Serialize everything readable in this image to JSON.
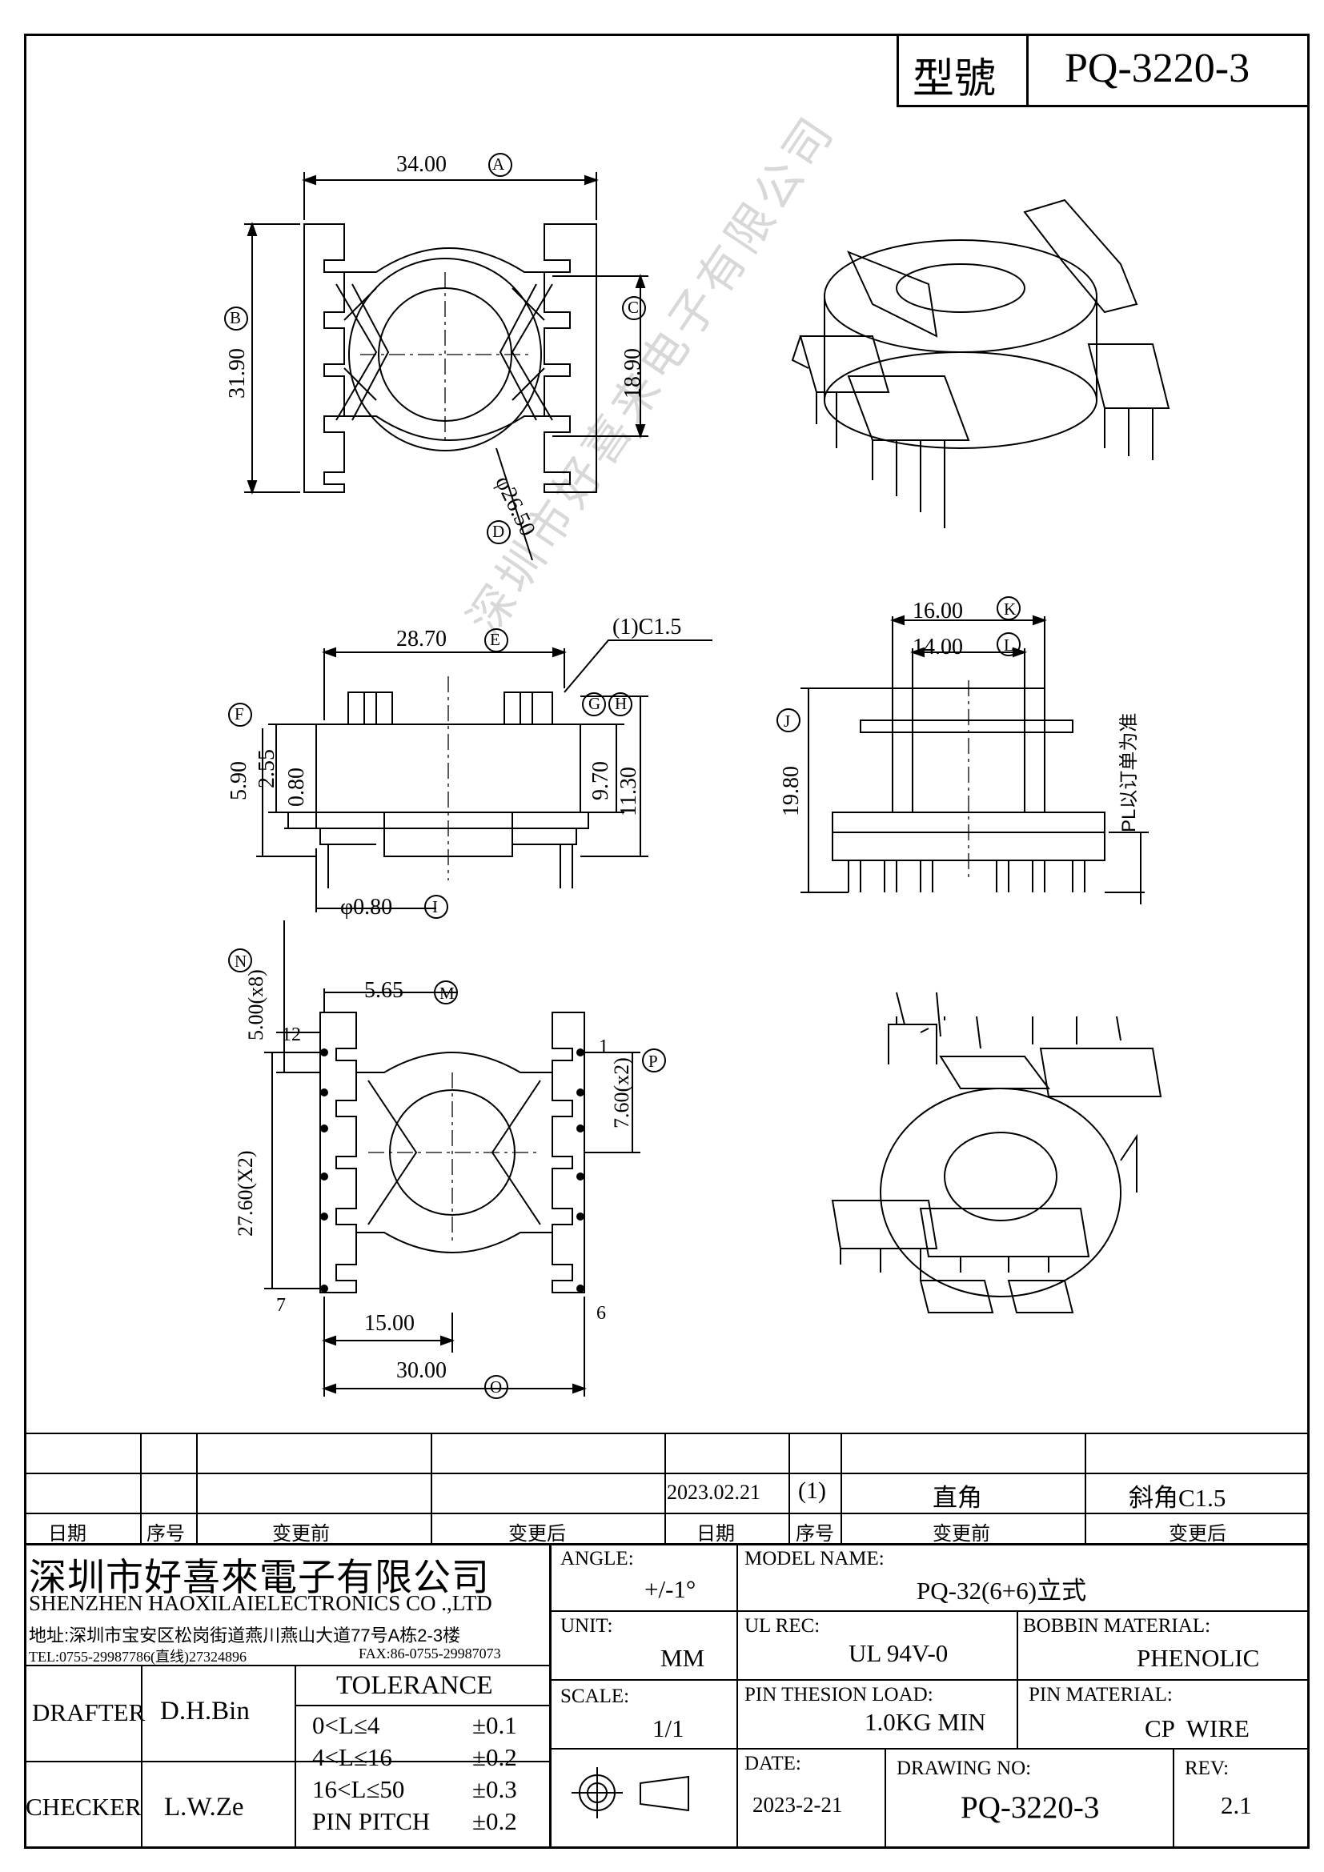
{
  "header": {
    "model_label": "型號",
    "model_value": "PQ-3220-3"
  },
  "dims": {
    "a": "34.00",
    "a_tag": "A",
    "b": "31.90",
    "b_tag": "B",
    "c": "18.90",
    "c_tag": "C",
    "d": "φ26.50",
    "d_tag": "D",
    "e": "28.70",
    "e_tag": "E",
    "f": "5.90",
    "f_tag": "F",
    "g_tag": "G",
    "h_tag": "H",
    "chamfer": "(1)C1.5",
    "v255": "2.55",
    "v080": "0.80",
    "v970": "9.70",
    "v1130": "11.30",
    "i": "φ0.80",
    "i_tag": "I",
    "k": "16.00",
    "k_tag": "K",
    "l": "14.00",
    "l_tag": "L",
    "j": "19.80",
    "j_tag": "J",
    "pl_note": "PL以订单为准",
    "m": "5.65",
    "m_tag": "M",
    "n": "5.00(x8)",
    "n_tag": "N",
    "p": "7.60(x2)",
    "p_tag": "P",
    "q": "27.60(X2)",
    "r": "15.00",
    "o": "30.00",
    "o_tag": "O",
    "pin12": "12",
    "pin1": "1",
    "pin7": "7",
    "pin6": "6"
  },
  "watermark": "深圳市好喜来电子有限公司",
  "revision": {
    "date": "2023.02.21",
    "no": "(1)",
    "before": "直角",
    "after": "斜角C1.5",
    "headers": [
      "日期",
      "序号",
      "变更前",
      "变更后",
      "日期",
      "序号",
      "变更前",
      "变更后"
    ]
  },
  "company": {
    "name_cn": "深圳市好喜來電子有限公司",
    "name_en": "SHENZHEN HAOXILAIELECTRONICS CO .,LTD",
    "address": "地址:深圳市宝安区松岗街道燕川燕山大道77号A栋2-3楼",
    "tel": "TEL:0755-29987786(直线)27324896",
    "fax": "FAX:86-0755-29987073"
  },
  "people": {
    "drafter_label": "DRAFTER",
    "drafter": "D.H.Bin",
    "checker_label": "CHECKER",
    "checker": "L.W.Ze"
  },
  "tolerance": {
    "title": "TOLERANCE",
    "rows": [
      {
        "range": "0<L≤4",
        "tol": "±0.1"
      },
      {
        "range": "4<L≤16",
        "tol": "±0.2"
      },
      {
        "range": "16<L≤50",
        "tol": "±0.3"
      },
      {
        "range": "PIN PITCH",
        "tol": "±0.2"
      }
    ]
  },
  "specs": {
    "angle_label": "ANGLE:",
    "angle": "+/-1°",
    "model_name_label": "MODEL NAME:",
    "model_name": "PQ-32(6+6)立式",
    "unit_label": "UNIT:",
    "unit": "MM",
    "ul_label": "UL REC:",
    "ul": "UL 94V-0",
    "bobbin_label": "BOBBIN MATERIAL:",
    "bobbin": "PHENOLIC",
    "scale_label": "SCALE:",
    "scale": "1/1",
    "pin_load_label": "PIN THESION LOAD:",
    "pin_load": "1.0KG MIN",
    "pin_mat_label": "PIN MATERIAL:",
    "pin_mat": "CP  WIRE",
    "date_label": "DATE:",
    "date": "2023-2-21",
    "drawing_label": "DRAWING NO:",
    "drawing": "PQ-3220-3",
    "rev_label": "REV:",
    "rev": "2.1"
  }
}
